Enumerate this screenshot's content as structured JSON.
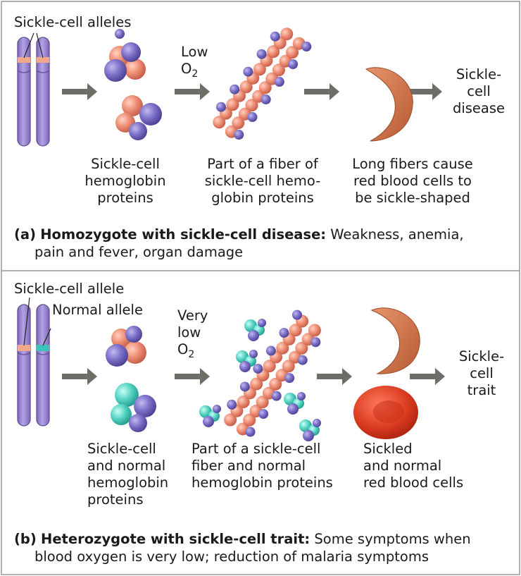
{
  "panel_a": {
    "allele_label": "Sickle-cell alleles",
    "low_o2": {
      "line1": "Low",
      "o": "O",
      "sub": "2"
    },
    "outcome": {
      "line1": "Sickle-",
      "line2": "cell",
      "line3": "disease"
    },
    "captions": {
      "proteins": [
        "Sickle-cell",
        "hemoglobin",
        "proteins"
      ],
      "fiber": [
        "Part of a fiber of",
        "sickle-cell hemo-",
        "globin proteins"
      ],
      "cells": [
        "Long fibers cause",
        "red blood cells to",
        "be sickle-shaped"
      ]
    },
    "label": "(a)",
    "title": "Homozygote with sickle-cell disease:",
    "desc1": " Weakness, anemia,",
    "desc2": "pain and fever, organ damage"
  },
  "panel_b": {
    "allele_label_sickle": "Sickle-cell allele",
    "allele_label_normal": "Normal allele",
    "low_o2": {
      "line1": "Very",
      "line2": "low",
      "o": "O",
      "sub": "2"
    },
    "outcome": {
      "line1": "Sickle-",
      "line2": "cell",
      "line3": "trait"
    },
    "captions": {
      "proteins": [
        "Sickle-cell",
        "and normal",
        "hemoglobin",
        "proteins"
      ],
      "fiber": [
        "Part of a sickle-cell",
        "fiber and normal",
        "hemoglobin proteins"
      ],
      "cells": [
        "Sickled",
        "and normal",
        "red blood cells"
      ]
    },
    "label": "(b)",
    "title": "Heterozygote with sickle-cell trait:",
    "desc1": " Some symptoms when",
    "desc2": "blood oxygen is very low; reduction of malaria symptoms"
  },
  "colors": {
    "chromosome": "#9b86d0",
    "sickle_band": "#f2a98a",
    "normal_band": "#3cc3b7",
    "hemoglobin_sickle": "#ef8f76",
    "hemoglobin_purple": "#7c71c8",
    "hemoglobin_normal": "#58d4c4",
    "arrow": "#6e6e69",
    "red_cell": "#d93a1e",
    "sickle_cell": "#d0754c",
    "border": "#b0b0b0"
  }
}
